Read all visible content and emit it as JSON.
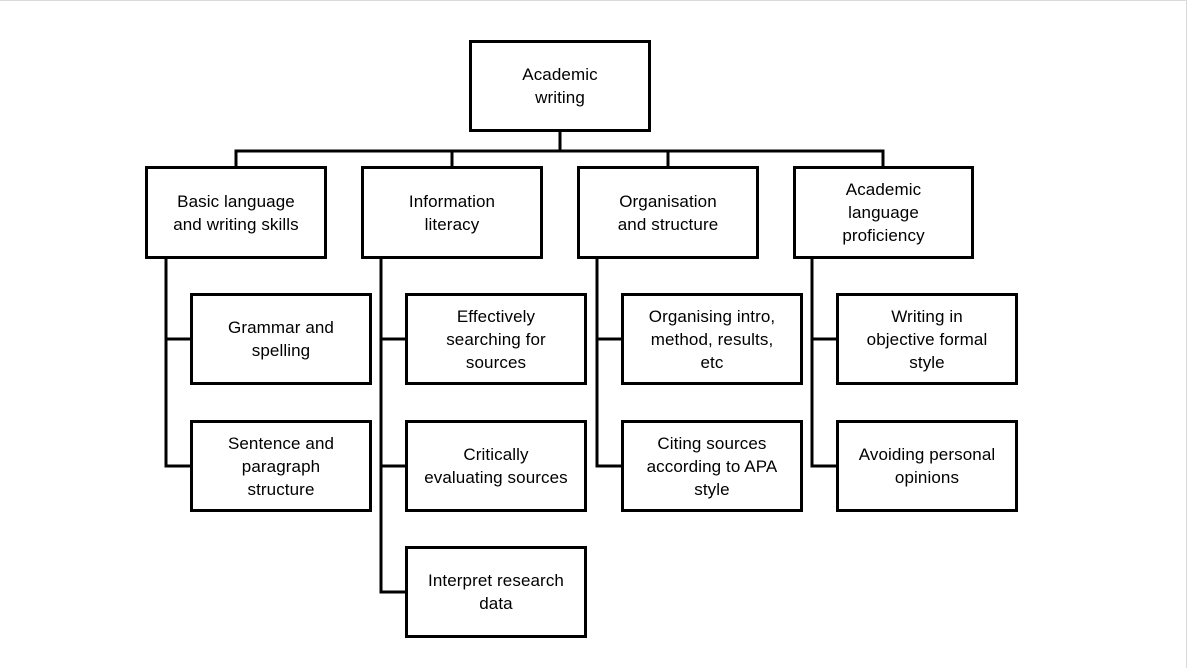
{
  "diagram": {
    "root": "Academic\nwriting",
    "categories": [
      {
        "label": "Basic language\nand writing skills",
        "items": [
          "Grammar and\nspelling",
          "Sentence and\nparagraph\nstructure"
        ]
      },
      {
        "label": "Information\nliteracy",
        "items": [
          "Effectively\nsearching for\nsources",
          "Critically\nevaluating sources",
          "Interpret research\ndata"
        ]
      },
      {
        "label": "Organisation\nand structure",
        "items": [
          "Organising intro,\nmethod, results,\netc",
          "Citing sources\naccording to APA\nstyle"
        ]
      },
      {
        "label": "Academic\nlanguage\nproficiency",
        "items": [
          "Writing in\nobjective formal\nstyle",
          "Avoiding personal\nopinions"
        ]
      }
    ]
  }
}
